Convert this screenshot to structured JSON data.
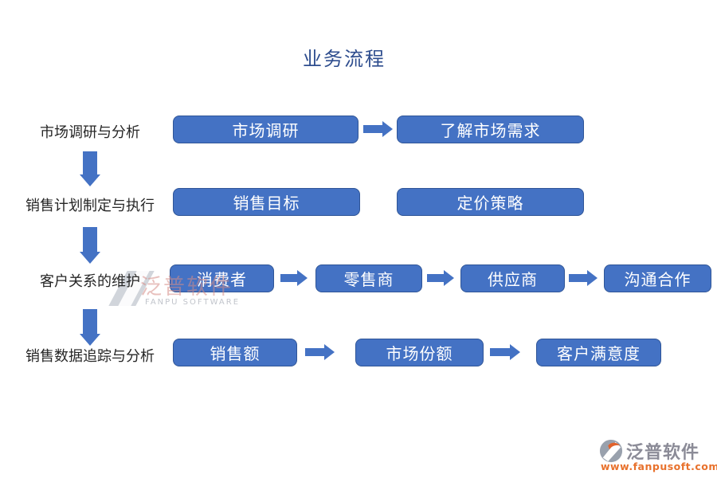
{
  "title": "业务流程",
  "colors": {
    "box_fill": "#4472C4",
    "box_border": "#2F5597",
    "arrow": "#4472C4",
    "title_text": "#2E4D8E",
    "label_text": "#262626",
    "logo_gray": "#8b8b97",
    "logo_orange": "#E8712C"
  },
  "rows": [
    {
      "label": "市场调研与分析",
      "boxes": [
        "市场调研",
        "了解市场需求"
      ]
    },
    {
      "label": "销售计划制定与执行",
      "boxes": [
        "销售目标",
        "定价策略"
      ]
    },
    {
      "label": "客户关系的维护",
      "boxes": [
        "消费者",
        "零售商",
        "供应商",
        "沟通合作"
      ]
    },
    {
      "label": "销售数据追踪与分析",
      "boxes": [
        "销售额",
        "市场份额",
        "客户满意度"
      ]
    }
  ],
  "watermark": {
    "text": "泛普软件",
    "subtext": "FANPU SOFTWARE"
  },
  "logo": {
    "name": "泛普软件",
    "url": "www.fanpusoft.com"
  }
}
